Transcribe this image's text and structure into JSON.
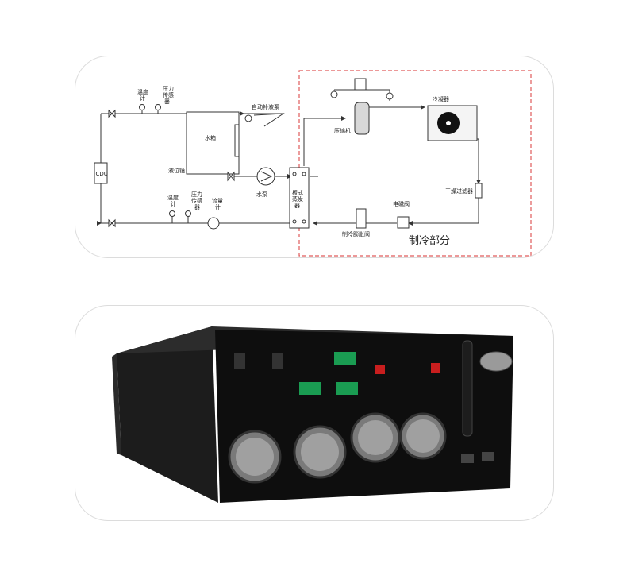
{
  "schematic": {
    "labels": {
      "temp_meter_top": [
        "温度",
        "计"
      ],
      "pressure_sensor_top": [
        "压力",
        "传感",
        "器"
      ],
      "auto_refill_pump": "自动补液泵",
      "water_tank": "水箱",
      "level_gauge": "液位镜",
      "water_pump": "水泵",
      "plate_evaporator": [
        "板式",
        "蒸发",
        "器"
      ],
      "temp_meter_bottom": [
        "温度",
        "计"
      ],
      "pressure_sensor_bottom": [
        "压力",
        "传感",
        "器"
      ],
      "flow_meter": [
        "流量",
        "计"
      ],
      "cdu": "CDU",
      "compressor": "压缩机",
      "condenser": "冷凝器",
      "dryer_filter": "干燥过滤器",
      "solenoid_valve": "电磁阀",
      "expansion_valve": "制冷膨胀阀",
      "refrigeration_section": "制冷部分"
    },
    "colors": {
      "line": "#333333",
      "dashed_border": "#e05a5a"
    }
  },
  "device_photo": {
    "colors": {
      "body": "#141414",
      "front": "#0c0c0c",
      "terminal": "#1a9c52",
      "indicator": "#c81e1e",
      "flange": "#8a8a8a"
    }
  }
}
